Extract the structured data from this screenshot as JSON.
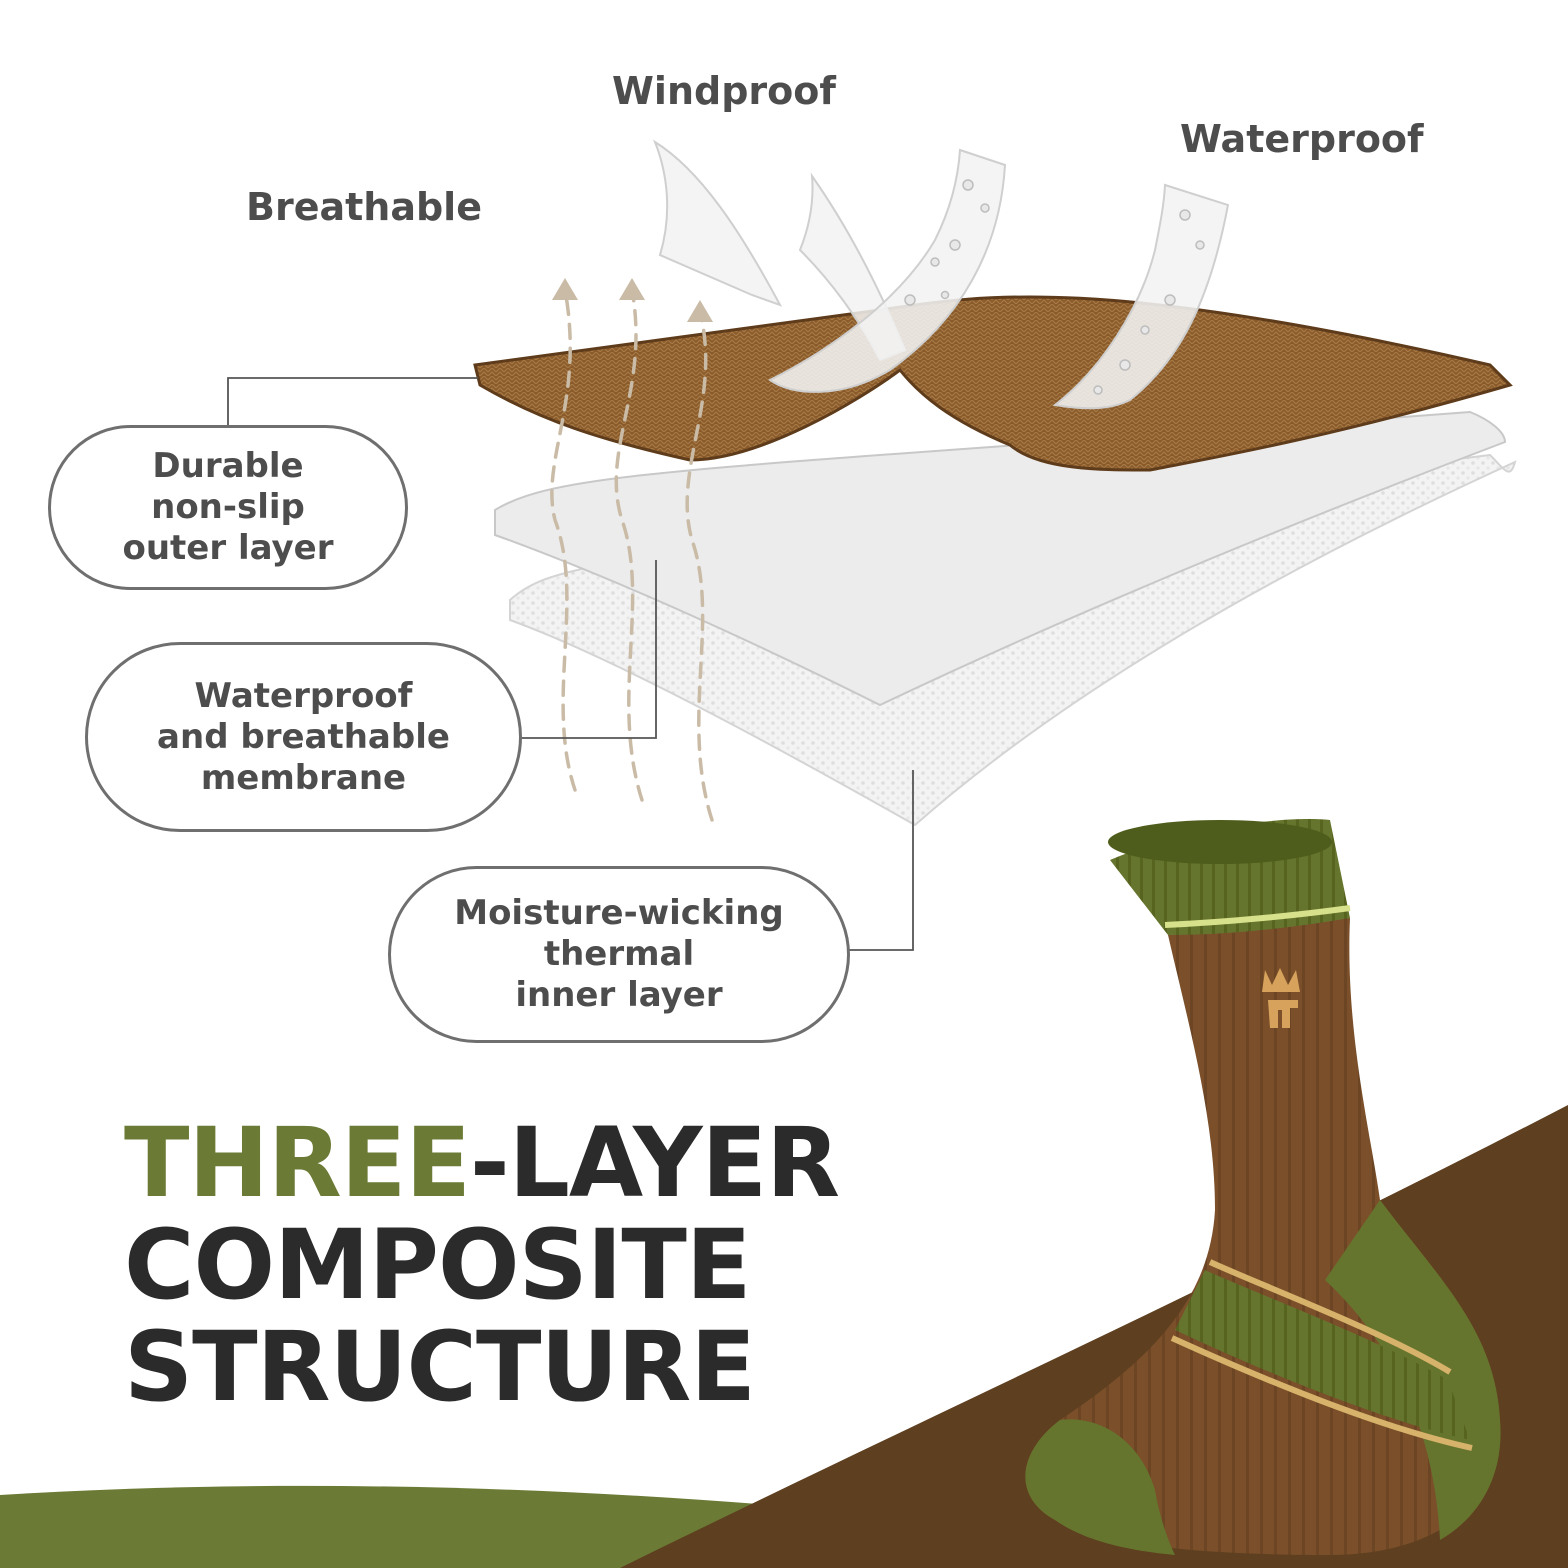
{
  "features": {
    "windproof": "Windproof",
    "waterproof": "Waterproof",
    "breathable": "Breathable"
  },
  "callouts": {
    "outer": [
      "Durable",
      "non-slip",
      "outer layer"
    ],
    "membrane": [
      "Waterproof",
      "and breathable",
      "membrane"
    ],
    "inner": [
      "Moisture-wicking",
      "thermal",
      "inner layer"
    ]
  },
  "headline": {
    "accent": "THREE",
    "rest": "-LAYER",
    "line2": "COMPOSITE",
    "line3": "STRUCTURE"
  },
  "colors": {
    "accent_green": "#6b7a35",
    "headline_dark": "#2b2b2b",
    "label_gray": "#4d4d4d",
    "fabric_brown": "#8a5a2b",
    "ground_brown": "#5e3f1f"
  }
}
